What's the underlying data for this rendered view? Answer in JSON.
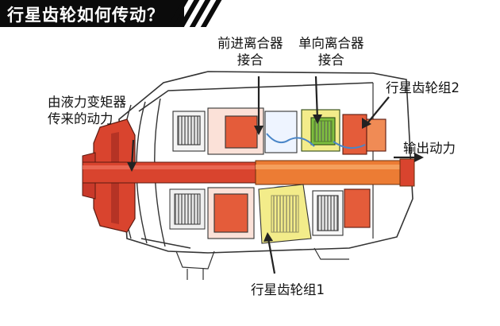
{
  "title": "行星齿轮如何传动？",
  "labels": {
    "input_power_line1": "由液力变矩器",
    "input_power_line2": "传来的动力",
    "forward_clutch_line1": "前进离合器",
    "forward_clutch_line2": "接合",
    "oneway_clutch_line1": "单向离合器",
    "oneway_clutch_line2": "接合",
    "planetary_set_2": "行星齿轮组2",
    "output_power": "输出动力",
    "planetary_set_1": "行星齿轮组1"
  },
  "colors": {
    "title_bg": "#0b0b0b",
    "input_shaft": "#d9442e",
    "output_shaft": "#ec7c34",
    "planetary_set_1": "#f3ec8a",
    "clutch_green": "#7fbf3f",
    "housing_line": "#333333",
    "arrow_dark": "#222222",
    "accent_blue": "#4a86c8"
  }
}
